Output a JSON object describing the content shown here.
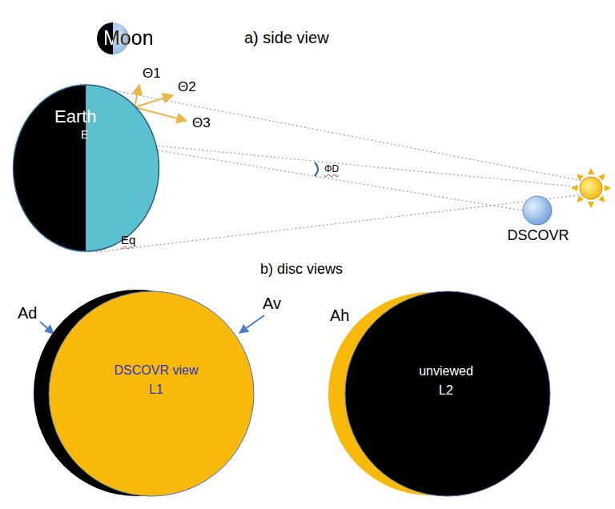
{
  "diagram": {
    "nodes": [
      {
        "text": [
          "Moon"
        ]
      },
      {
        "text": [
          "Earth",
          "E",
          "Eq"
        ]
      },
      {
        "text": [
          "DSCOVR"
        ]
      },
      {
        "text": [
          "DSCOVR view",
          "L1"
        ]
      },
      {
        "text": [
          "unviewed",
          "L2"
        ]
      }
    ],
    "labels": [
      "a) side view",
      "Θ1",
      "Θ2",
      "Θ3",
      "ΦD",
      "b) disc views",
      "Ad",
      "Av",
      "Ah"
    ]
  }
}
